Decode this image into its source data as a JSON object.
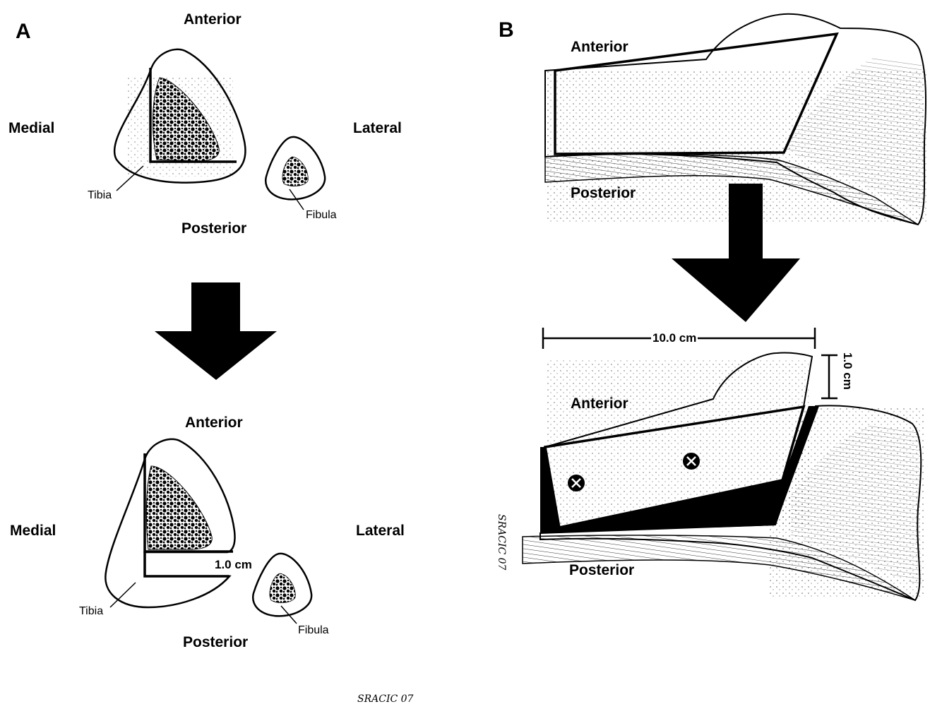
{
  "panel_a": {
    "letter": "A",
    "top": {
      "anterior": "Anterior",
      "posterior": "Posterior",
      "medial": "Medial",
      "lateral": "Lateral",
      "tibia": "Tibia",
      "fibula": "Fibula"
    },
    "bottom": {
      "anterior": "Anterior",
      "posterior": "Posterior",
      "medial": "Medial",
      "lateral": "Lateral",
      "tibia": "Tibia",
      "fibula": "Fibula",
      "measure": "1.0 cm"
    }
  },
  "panel_b": {
    "letter": "B",
    "top": {
      "anterior": "Anterior",
      "posterior": "Posterior"
    },
    "bottom": {
      "anterior": "Anterior",
      "posterior": "Posterior",
      "length_measure": "10.0 cm",
      "height_measure": "1.0 cm"
    }
  },
  "signatures": {
    "side": "SRACIC 07",
    "bottom": "SRACIC 07"
  }
}
